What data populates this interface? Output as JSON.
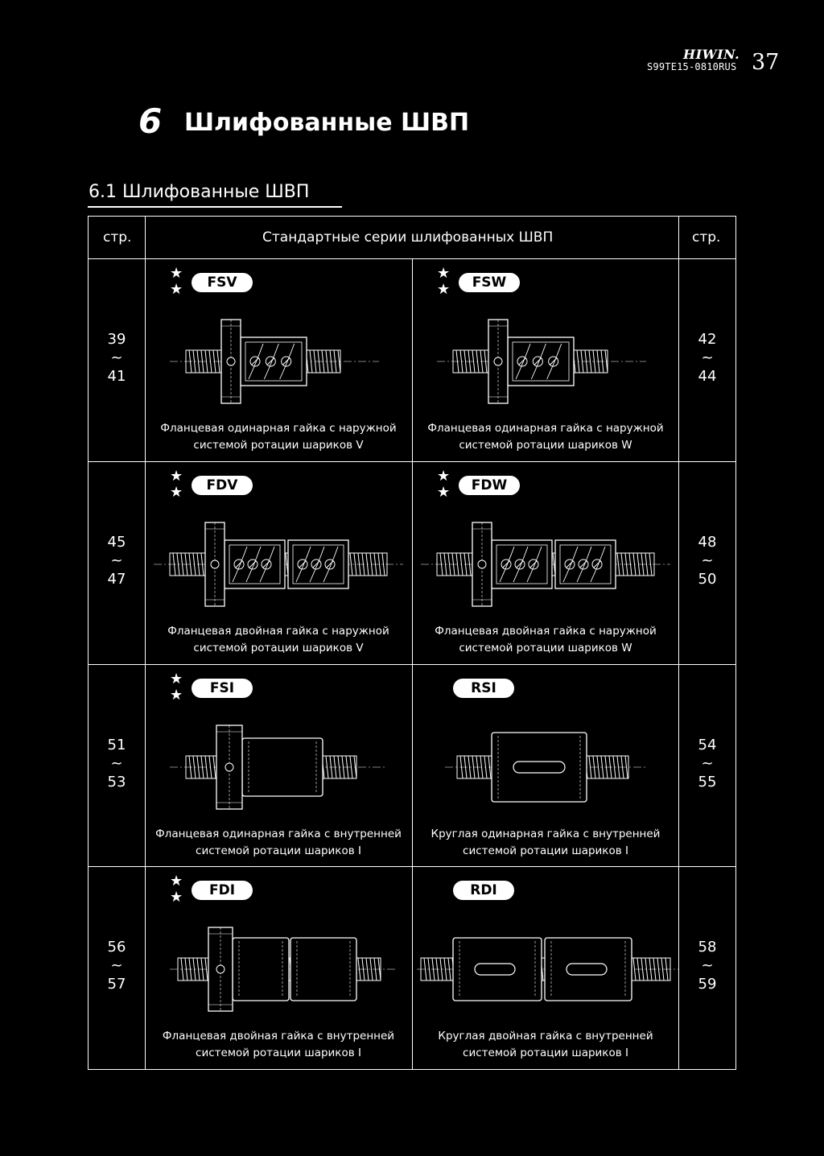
{
  "header": {
    "brand": "HIWIN.",
    "doc_code": "S99TE15-0810RUS",
    "page_number": "37"
  },
  "chapter": {
    "number": "6",
    "title": "Шлифованные ШВП"
  },
  "section": {
    "title": "6.1 Шлифованные ШВП"
  },
  "table": {
    "col_left": "стр.",
    "col_center": "Стандартные серии шлифованных ШВП",
    "col_right": "стр.",
    "rows": [
      {
        "left_pages": [
          "39",
          "~",
          "41"
        ],
        "right_pages": [
          "42",
          "~",
          "44"
        ],
        "items": [
          {
            "code": "FSV",
            "starred": true,
            "type": "flange-single-ext",
            "desc": [
              "Фланцевая одинарная гайка с наружной",
              "системой ротации шариков V"
            ]
          },
          {
            "code": "FSW",
            "starred": true,
            "type": "flange-single-ext-w",
            "desc": [
              "Фланцевая одинарная гайка с наружной",
              "системой ротации шариков W"
            ]
          }
        ]
      },
      {
        "left_pages": [
          "45",
          "~",
          "47"
        ],
        "right_pages": [
          "48",
          "~",
          "50"
        ],
        "items": [
          {
            "code": "FDV",
            "starred": true,
            "type": "flange-double-ext",
            "desc": [
              "Фланцевая двойная гайка с наружной",
              "системой ротации шариков V"
            ]
          },
          {
            "code": "FDW",
            "starred": true,
            "type": "flange-double-ext-w",
            "desc": [
              "Фланцевая двойная гайка с наружной",
              "системой ротации шариков W"
            ]
          }
        ]
      },
      {
        "left_pages": [
          "51",
          "~",
          "53"
        ],
        "right_pages": [
          "54",
          "~",
          "55"
        ],
        "items": [
          {
            "code": "FSI",
            "starred": true,
            "type": "flange-single-int",
            "desc": [
              "Фланцевая одинарная гайка с внутренней",
              "системой ротации шариков I"
            ]
          },
          {
            "code": "RSI",
            "starred": false,
            "type": "round-single-int",
            "desc": [
              "Круглая одинарная гайка с внутренней",
              "системой ротации шариков I"
            ]
          }
        ]
      },
      {
        "left_pages": [
          "56",
          "~",
          "57"
        ],
        "right_pages": [
          "58",
          "~",
          "59"
        ],
        "items": [
          {
            "code": "FDI",
            "starred": true,
            "type": "flange-double-int",
            "desc": [
              "Фланцевая двойная гайка с внутренней",
              "системой ротации шариков I"
            ]
          },
          {
            "code": "RDI",
            "starred": false,
            "type": "round-double-int",
            "desc": [
              "Круглая двойная гайка с внутренней",
              "системой ротации шариков I"
            ]
          }
        ]
      }
    ]
  }
}
